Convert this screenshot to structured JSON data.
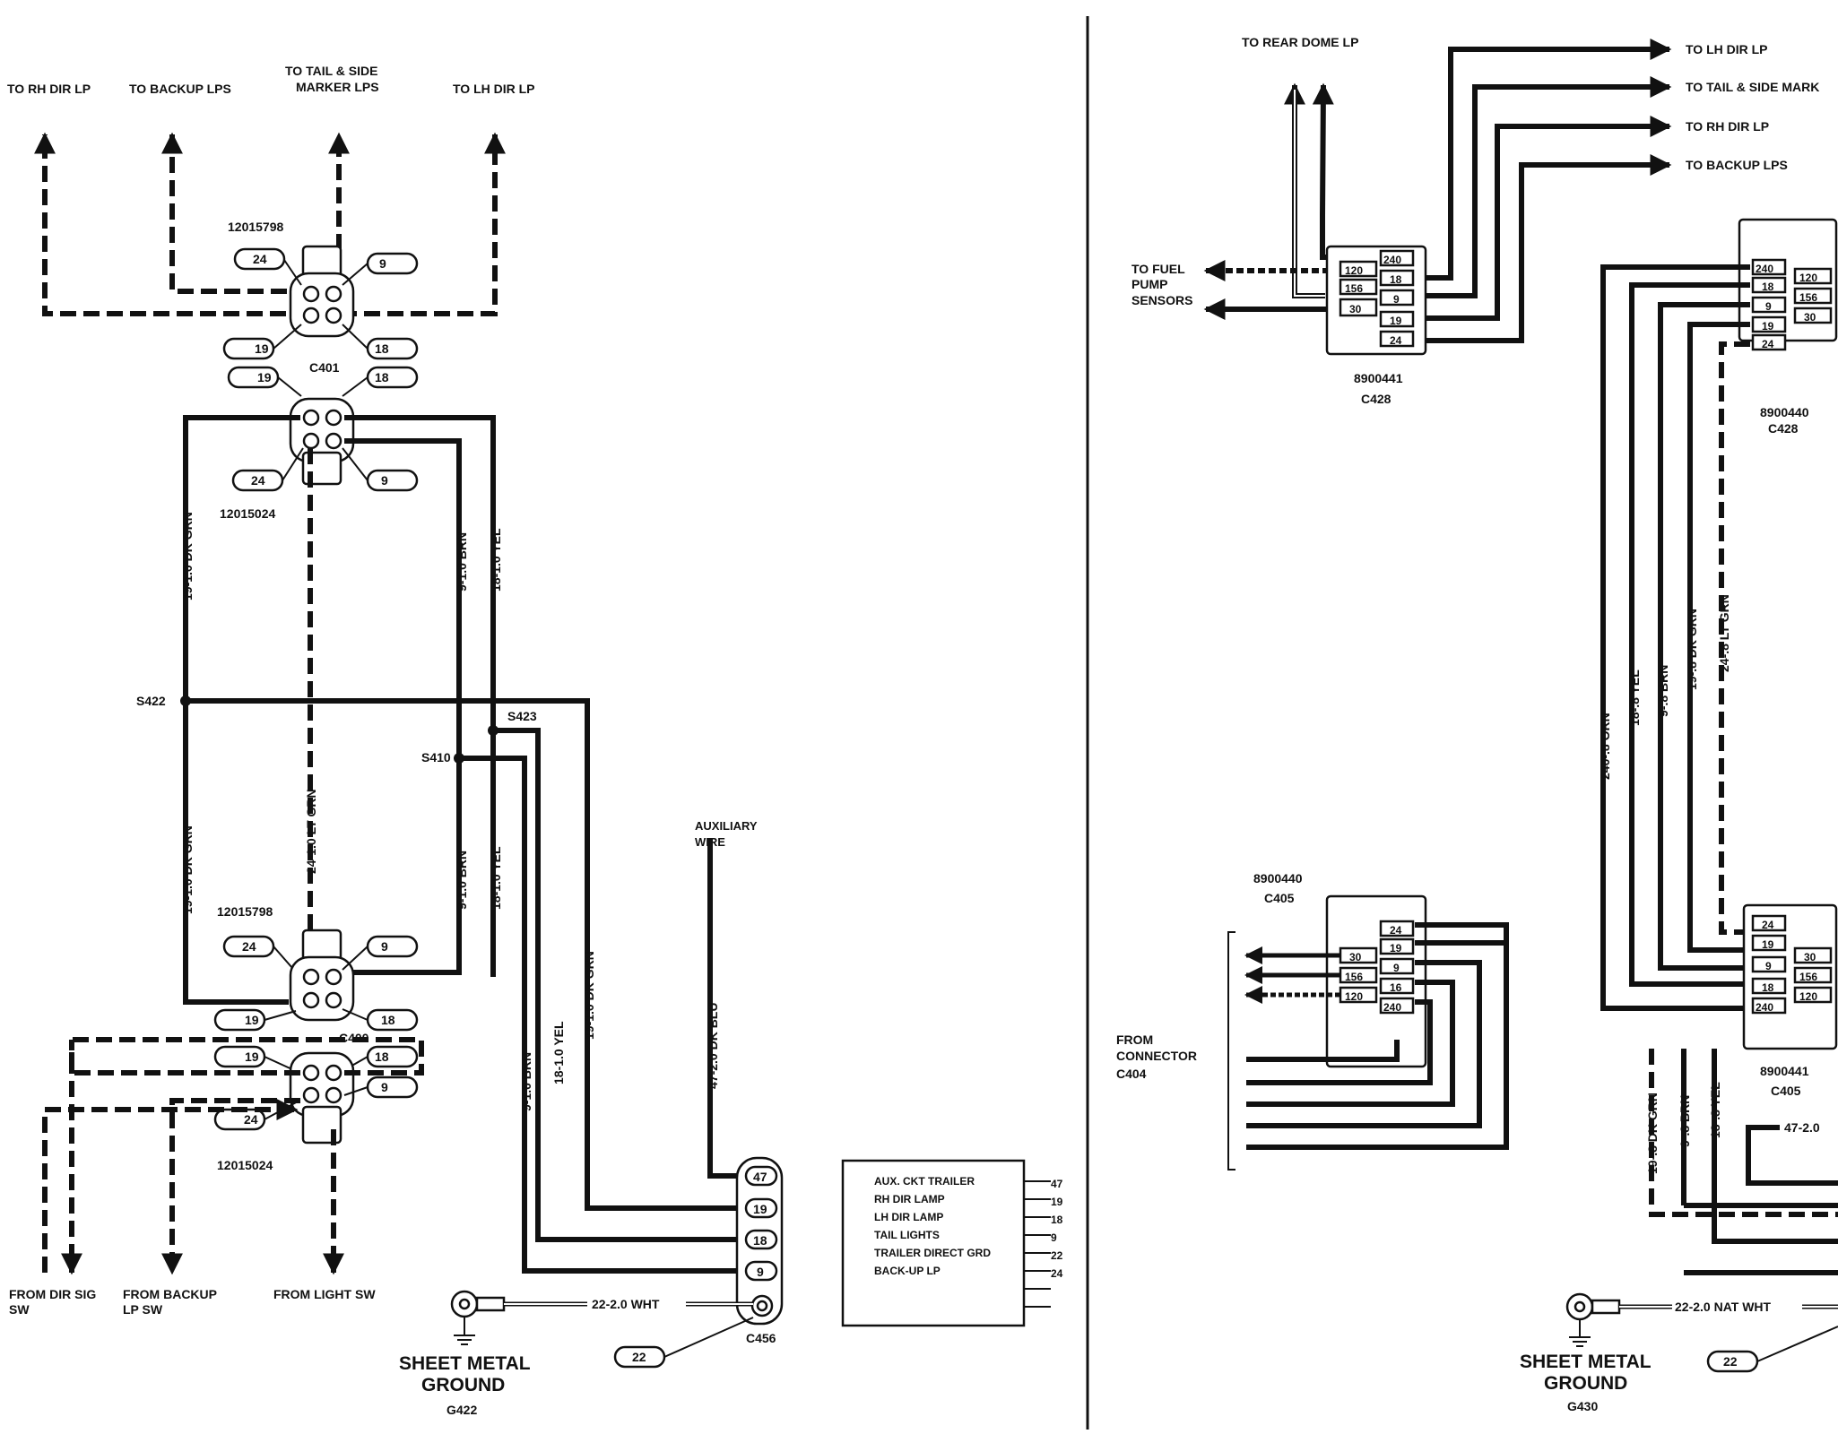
{
  "left": {
    "top_labels": {
      "rh_dir_lp": "TO RH DIR LP",
      "backup_lps": "TO BACKUP LPS",
      "tail_side_1": "TO TAIL & SIDE",
      "tail_side_2": "MARKER LPS",
      "lh_dir_lp": "TO LH DIR LP"
    },
    "connectors": {
      "c401_part": "12015798",
      "c401_name": "C401",
      "c401_lower_part": "12015024",
      "c400_part": "12015798",
      "c400_name": "C400",
      "c400_lower_part": "12015024",
      "c456_name": "C456"
    },
    "pins": {
      "p24": "24",
      "p9": "9",
      "p19": "19",
      "p18": "18",
      "p47": "47",
      "p22": "22"
    },
    "splices": {
      "s422": "S422",
      "s423": "S423",
      "s410": "S410"
    },
    "wires": {
      "w19_dk_grn": "19-1.0 DK GRN",
      "w24_lt_grn": "24-1.0 LT GRN",
      "w9_brn": "9-1.0 BRN",
      "w18_yel": "18-1.0 YEL",
      "w47_dk_blu": "47-2.0 DK BLU",
      "w22_wht": "22-2.0 WHT"
    },
    "aux_1": "AUXILIARY",
    "aux_2": "WIRE",
    "bottom_labels": {
      "from_dir_sig_1": "FROM DIR SIG",
      "from_dir_sig_2": "SW",
      "from_backup_1": "FROM BACKUP",
      "from_backup_2": "LP SW",
      "from_light_sw": "FROM LIGHT SW"
    },
    "ground": {
      "line1": "SHEET METAL",
      "line2": "GROUND",
      "code": "G422"
    },
    "legend": {
      "rows": [
        {
          "label": "AUX. CKT TRAILER",
          "pin": "47"
        },
        {
          "label": "RH DIR LAMP",
          "pin": "19"
        },
        {
          "label": "LH DIR LAMP",
          "pin": "18"
        },
        {
          "label": "TAIL LIGHTS",
          "pin": "9"
        },
        {
          "label": "TRAILER DIRECT GRD",
          "pin": "22"
        },
        {
          "label": "BACK-UP LP",
          "pin": "24"
        }
      ]
    }
  },
  "right": {
    "rear_dome": "TO REAR DOME LP",
    "arrows": {
      "lh_dir": "TO LH DIR LP",
      "tail_side": "TO TAIL & SIDE MARK",
      "rh_dir": "TO RH DIR LP",
      "backup": "TO BACKUP LPS"
    },
    "fuel_1": "TO FUEL",
    "fuel_2": "PUMP",
    "fuel_3": "SENSORS",
    "connectors": {
      "c428a_part": "8900441",
      "c428a_name": "C428",
      "c428b_part": "8900440",
      "c428b_name": "C428",
      "c405a_part": "8900440",
      "c405a_name": "C405",
      "c405b_part": "8900441",
      "c405b_name": "C405"
    },
    "pins": {
      "p240": "240",
      "p120": "120",
      "p18": "18",
      "p156": "156",
      "p9": "9",
      "p30": "30",
      "p19": "19",
      "p24": "24",
      "p16": "16",
      "p22": "22"
    },
    "wires": {
      "w240_orn": "240-.8 ORN",
      "w18_yel": "18-.8 YEL",
      "w9_brn": "9-.8 BRN",
      "w19_dk_grn": "19-.8 DK GRN",
      "w24_lt_grn": "24-.8 LT GRN",
      "w47": "47-2.0",
      "w22_nat_wht": "22-2.0 NAT WHT"
    },
    "from_conn_1": "FROM",
    "from_conn_2": "CONNECTOR",
    "from_conn_3": "C404",
    "ground": {
      "line1": "SHEET METAL",
      "line2": "GROUND",
      "code": "G430"
    }
  }
}
